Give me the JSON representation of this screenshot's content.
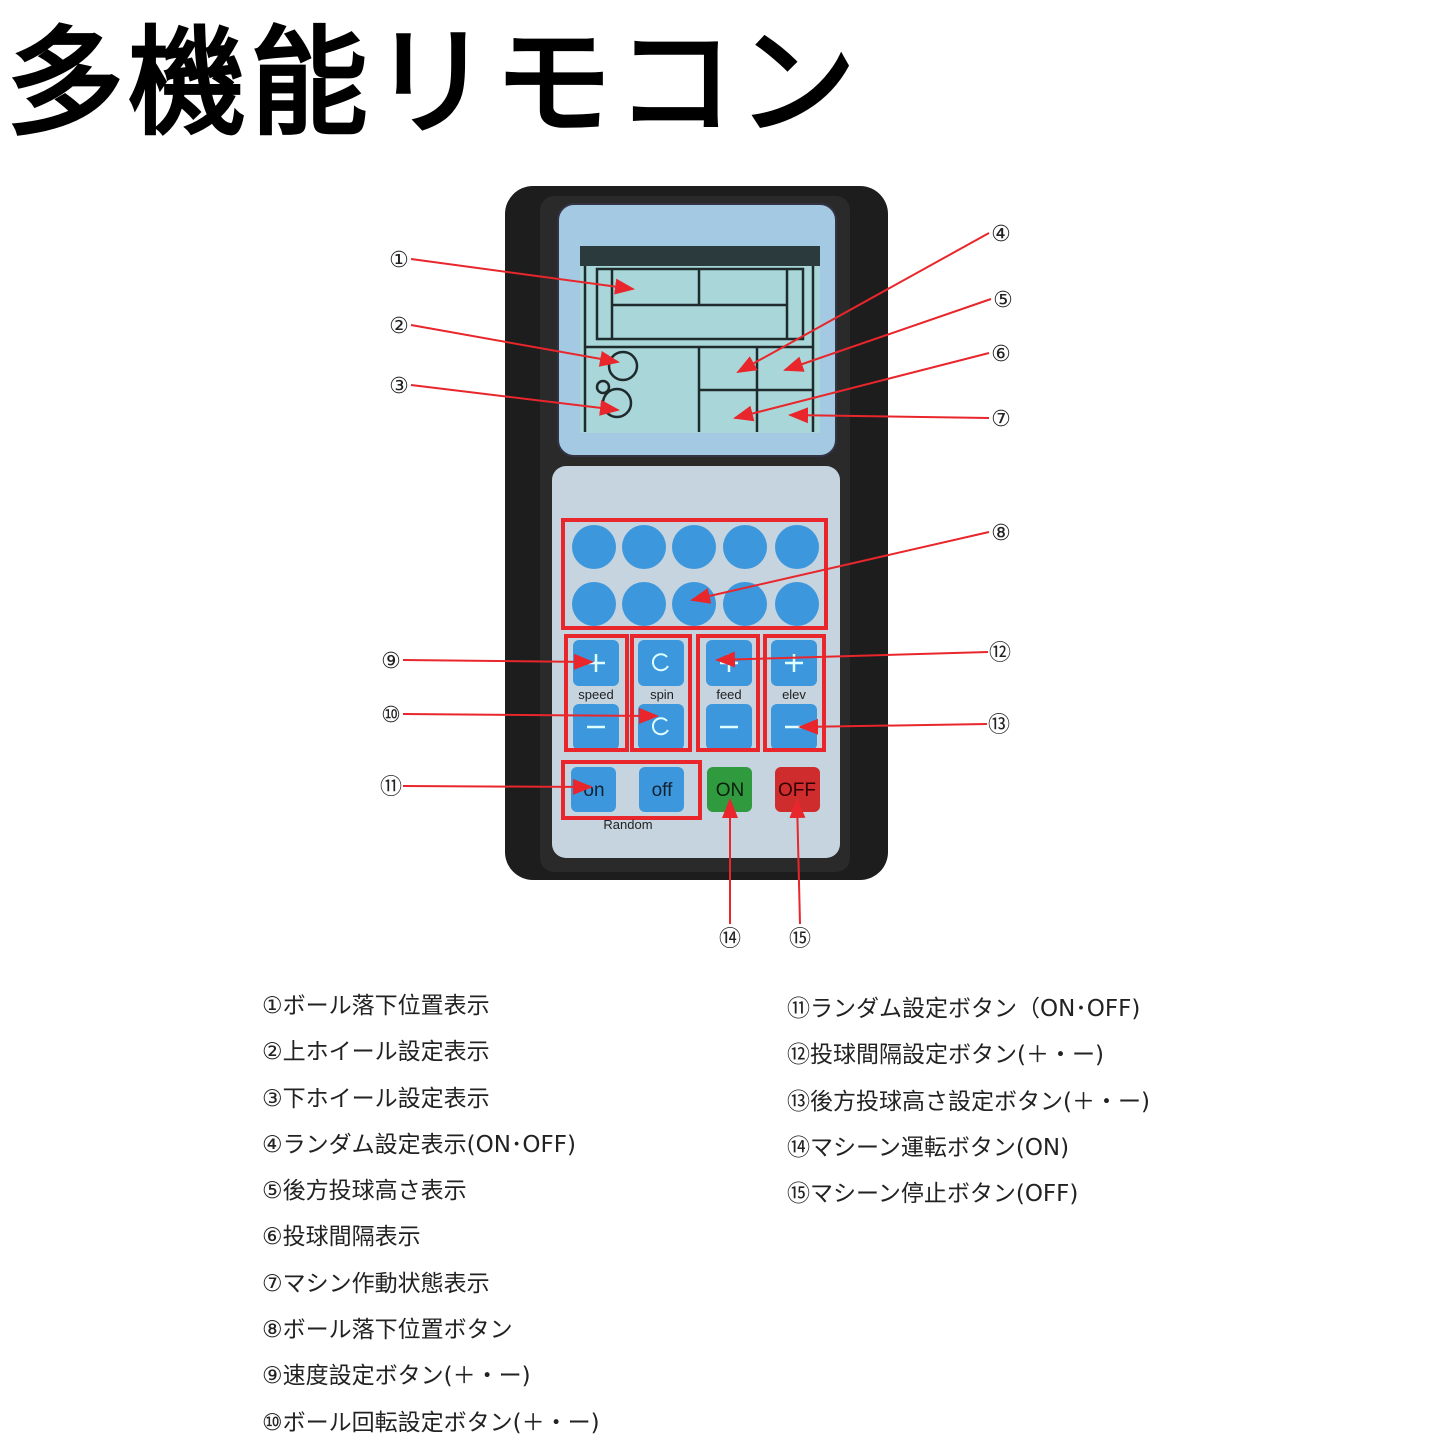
{
  "title": "多機能リモコン",
  "colors": {
    "arrow": "#e8262b",
    "key_blue": "#3d97dc",
    "on_green": "#2f9a3e",
    "off_red": "#cf2d2d",
    "body": "#1d1d1d",
    "lcd": "#a9d6d8"
  },
  "remote": {
    "labels": {
      "speed": "speed",
      "spin": "spin",
      "feed": "feed",
      "elev": "elev",
      "random": "Random"
    },
    "buttons": {
      "on": "on",
      "off": "off",
      "power_on": "ON",
      "power_off": "OFF"
    }
  },
  "callouts": [
    "①",
    "②",
    "③",
    "④",
    "⑤",
    "⑥",
    "⑦",
    "⑧",
    "⑨",
    "⑩",
    "⑪",
    "⑫",
    "⑬",
    "⑭",
    "⑮"
  ],
  "legend": {
    "left": [
      "①ボール落下位置表示",
      "②上ホイール設定表示",
      "③下ホイール設定表示",
      "④ランダム設定表示(ON･OFF)",
      "⑤後方投球高さ表示",
      "⑥投球間隔表示",
      "⑦マシン作動状態表示",
      "⑧ボール落下位置ボタン",
      "⑨速度設定ボタン(＋・ー)",
      "⑩ボール回転設定ボタン(＋・ー)"
    ],
    "right": [
      "⑪ランダム設定ボタン（ON･OFF)",
      "⑫投球間隔設定ボタン(＋・ー)",
      "⑬後方投球高さ設定ボタン(＋・ー)",
      "⑭マシーン運転ボタン(ON)",
      "⑮マシーン停止ボタン(OFF)"
    ]
  }
}
